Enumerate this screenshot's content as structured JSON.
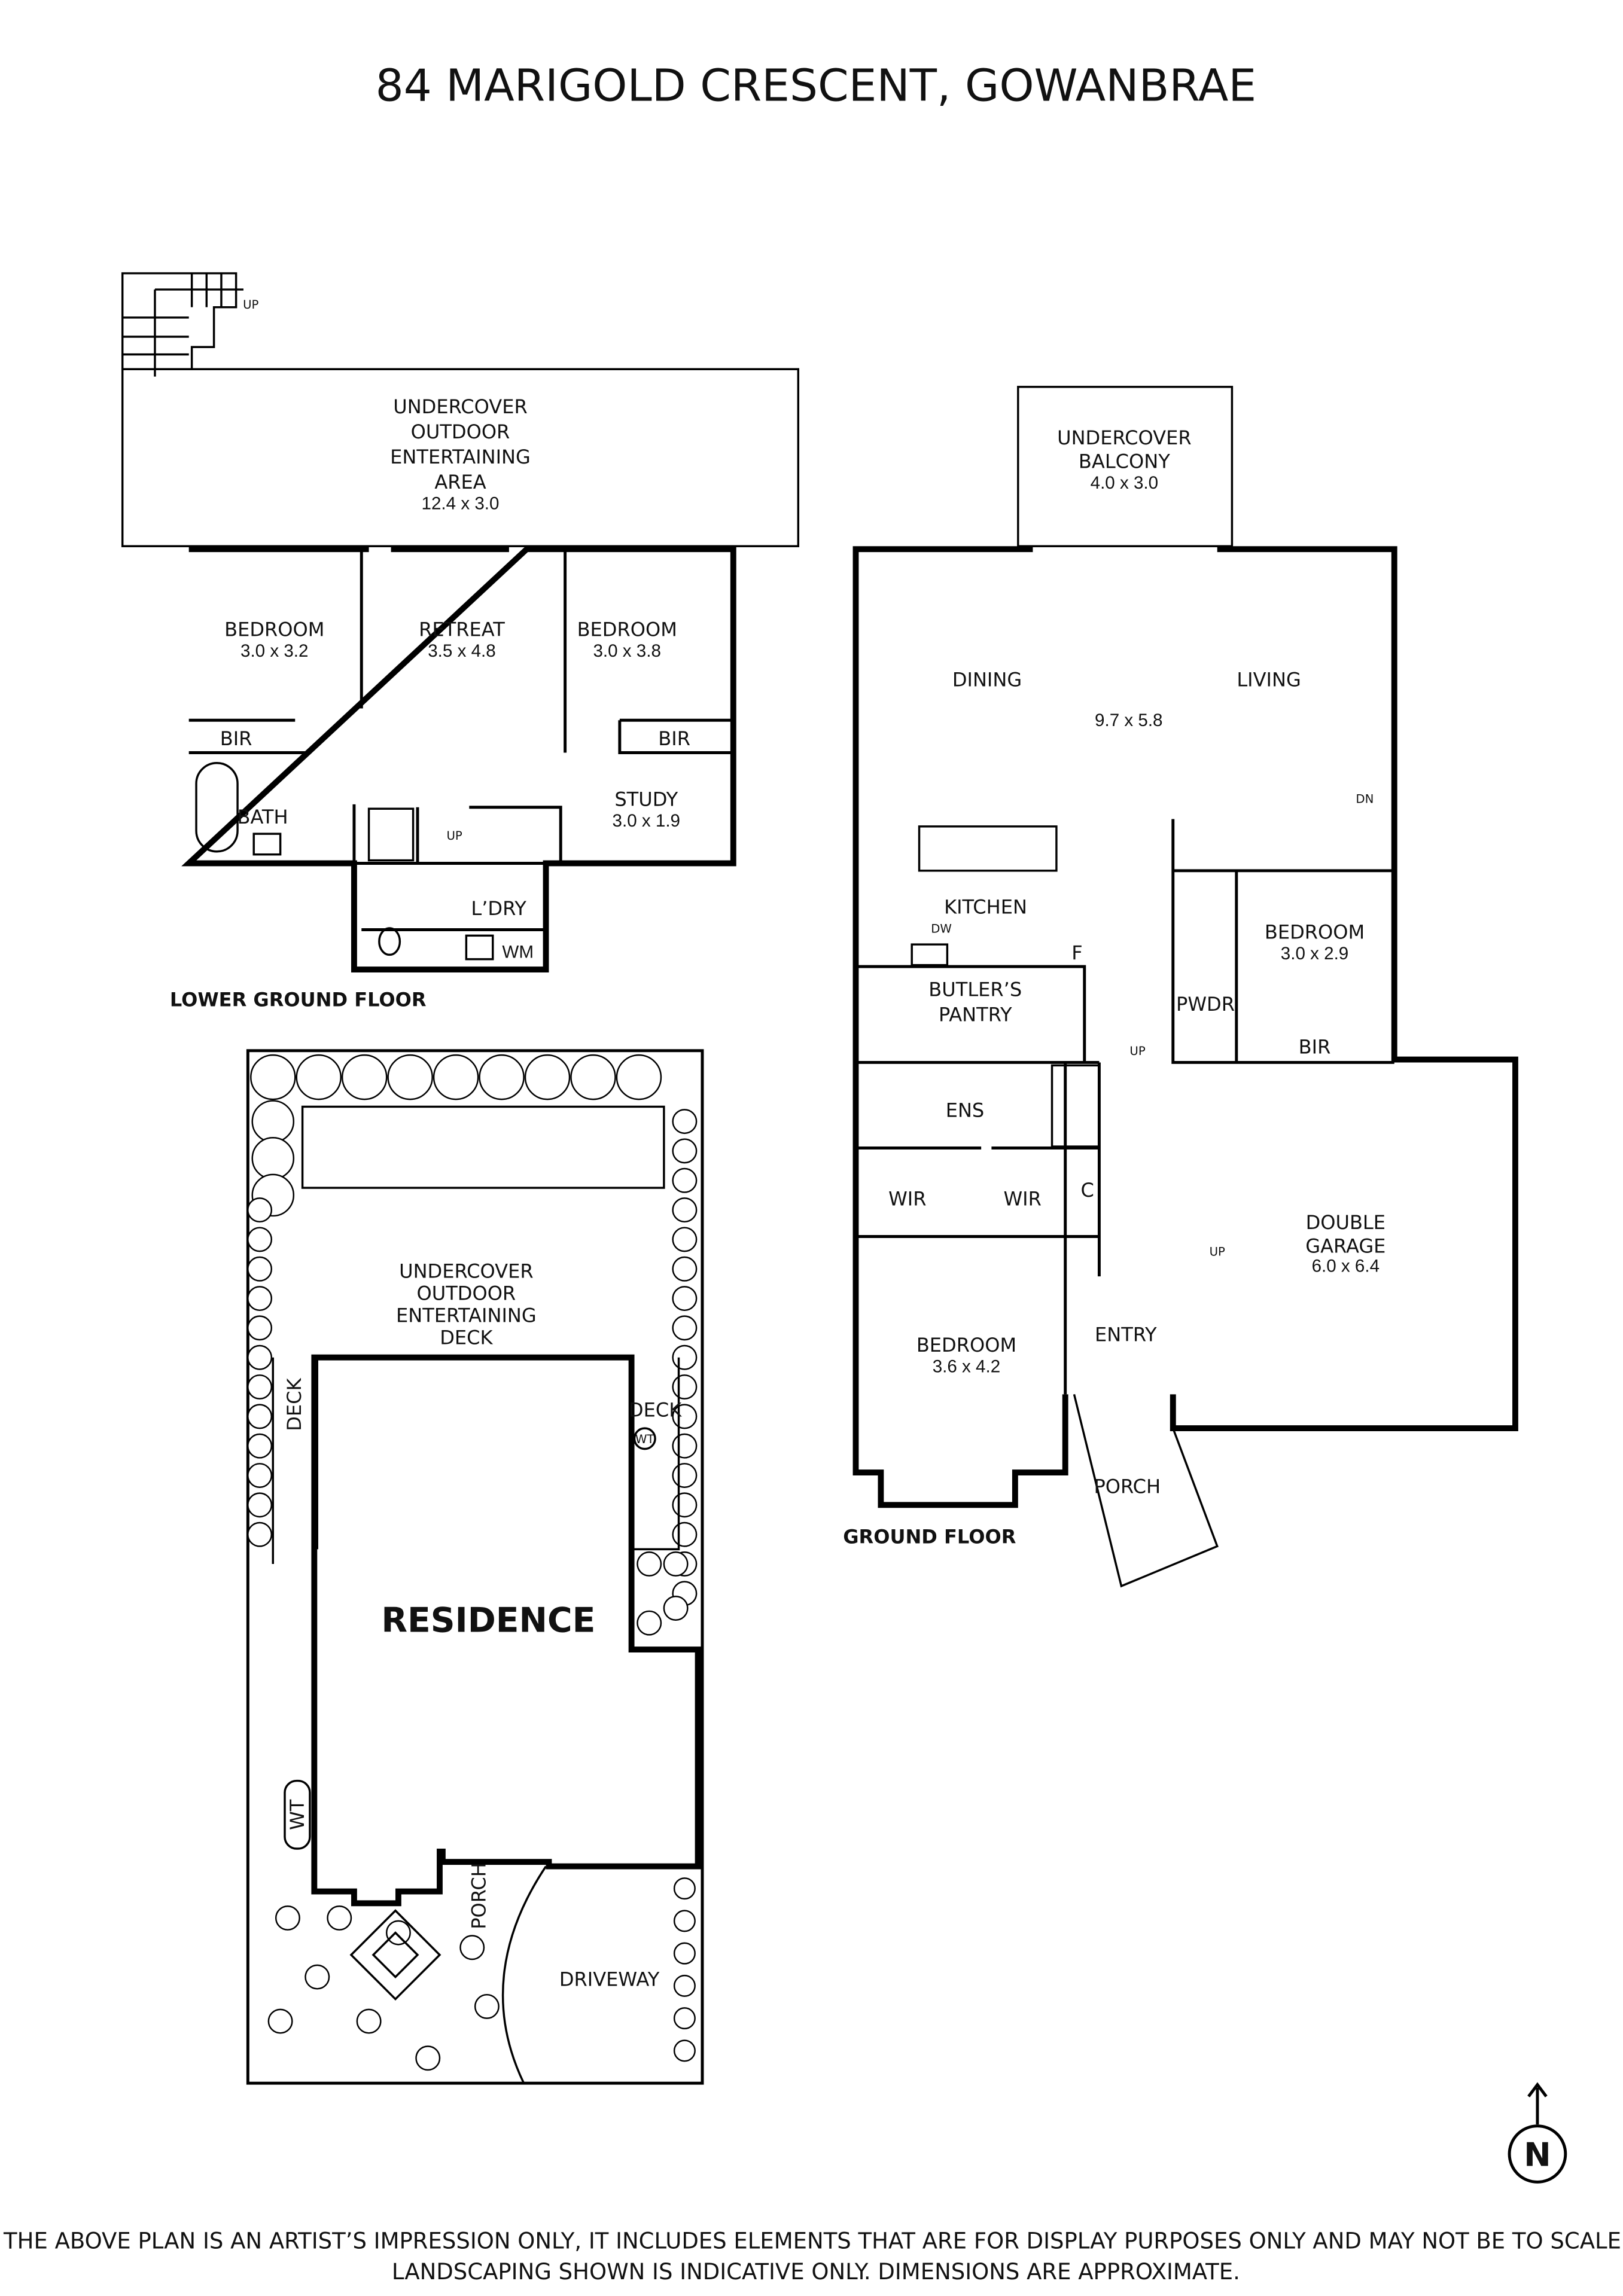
{
  "title": "84 MARIGOLD CRESCENT, GOWANBRAE",
  "lower_ground_floor": {
    "label": "LOWER GROUND FLOOR",
    "stair_up": "UP",
    "outdoor_area": {
      "lines": [
        "UNDERCOVER",
        "OUTDOOR",
        "ENTERTAINING",
        "AREA"
      ],
      "dim": "12.4 x 3.0"
    },
    "bedroom1": {
      "name": "BEDROOM",
      "dim": "3.0 x 3.2"
    },
    "retreat": {
      "name": "RETREAT",
      "dim": "3.5 x 4.8"
    },
    "bedroom2": {
      "name": "BEDROOM",
      "dim": "3.0 x 3.8"
    },
    "bir1": "BIR",
    "bir2": "BIR",
    "bath": "BATH",
    "study": {
      "name": "STUDY",
      "dim": "3.0 x 1.9"
    },
    "laundry": "L’DRY",
    "wm": "WM",
    "inner_stair_up": "UP"
  },
  "ground_floor": {
    "label": "GROUND FLOOR",
    "balcony": {
      "lines": [
        "UNDERCOVER",
        "BALCONY"
      ],
      "dim": "4.0 x 3.0"
    },
    "dining": "DINING",
    "living": "LIVING",
    "dining_living_dim": "9.7 x 5.8",
    "stair_dn": "DN",
    "kitchen": "KITCHEN",
    "dw": "DW",
    "bedroom_a": {
      "name": "BEDROOM",
      "dim": "3.0 x 2.9"
    },
    "fridge": "F",
    "butlers_pantry": {
      "lines": [
        "BUTLER’S",
        "PANTRY"
      ]
    },
    "pwdr": "PWDR",
    "bir": "BIR",
    "step_up": "UP",
    "ens": "ENS",
    "wir1": "WIR",
    "wir2": "WIR",
    "cupboard": "C",
    "garage": {
      "lines": [
        "DOUBLE",
        "GARAGE"
      ],
      "dim": "6.0 x 6.4"
    },
    "garage_up": "UP",
    "bedroom_b": {
      "name": "BEDROOM",
      "dim": "3.6 x 4.2"
    },
    "entry": "ENTRY",
    "porch": "PORCH"
  },
  "site_plan": {
    "deck_main": {
      "lines": [
        "UNDERCOVER",
        "OUTDOOR",
        "ENTERTAINING",
        "DECK"
      ]
    },
    "deck_left": "DECK",
    "deck_right": "DECK",
    "wt_small": "WT",
    "residence": "RESIDENCE",
    "wt": "WT",
    "porch": "PORCH",
    "driveway": "DRIVEWAY"
  },
  "north_arrow": "N",
  "disclaimer": [
    "THE ABOVE PLAN IS AN ARTIST’S IMPRESSION ONLY, IT INCLUDES ELEMENTS THAT ARE FOR DISPLAY PURPOSES ONLY AND MAY NOT BE TO SCALE.",
    "LANDSCAPING SHOWN IS INDICATIVE ONLY. DIMENSIONS ARE APPROXIMATE."
  ]
}
